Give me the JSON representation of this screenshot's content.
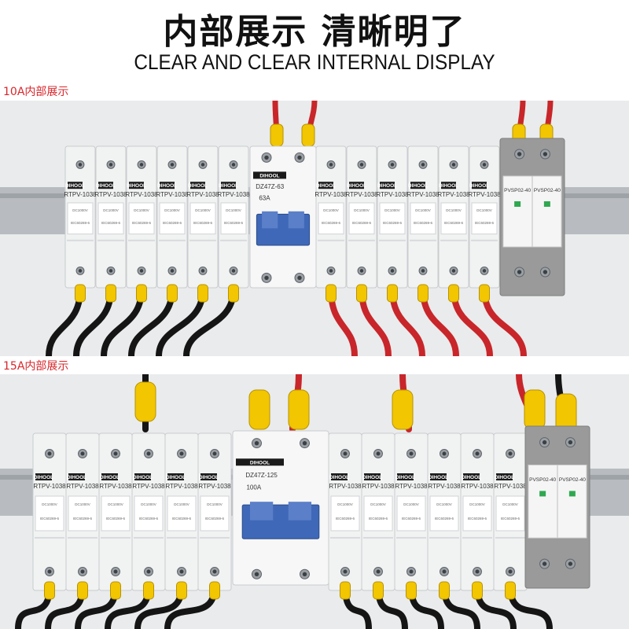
{
  "header": {
    "title_cn": "内部展示 清晰明了",
    "title_en": "CLEAR AND CLEAR INTERNAL DISPLAY"
  },
  "sections": [
    {
      "label": "10A内部展示",
      "fuse_model": "RTPV-1038",
      "fuse_small": [
        "DC1000V",
        "IEC60269-6"
      ],
      "breaker_model": "DZ47Z-63",
      "breaker_rating": "63A",
      "spd_model": "PVSP02-40"
    },
    {
      "label": "15A内部展示",
      "fuse_model": "RTPV-1038",
      "fuse_small": [
        "DC1000V",
        "IEC60269-6"
      ],
      "breaker_model": "DZ47Z-125",
      "breaker_rating": "100A",
      "spd_model": "PVSP02-40"
    }
  ],
  "brand": "DIHOOL",
  "colors": {
    "label_red": "#d8262b",
    "wire_red": "#c8262a",
    "wire_black": "#151515",
    "ferrule_yellow": "#f2c600",
    "breaker_blue": "#3f68b8",
    "rail_gray": "#b8bcc0"
  }
}
